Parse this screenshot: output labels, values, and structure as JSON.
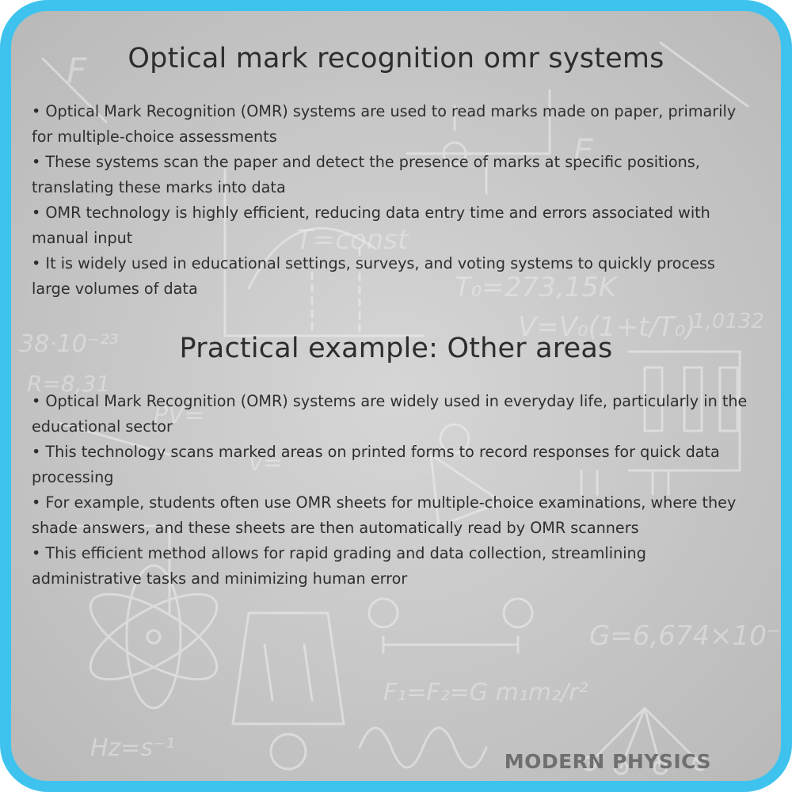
{
  "section1": {
    "title": "Optical mark recognition omr systems",
    "bullets": [
      "Optical Mark Recognition (OMR) systems are used to read marks made on paper, primarily for multiple-choice assessments",
      "These systems scan the paper and detect the presence of marks at specific positions, translating these marks into data",
      "OMR technology is highly efficient, reducing data entry time and errors associated with manual input",
      "It is widely used in educational settings, surveys, and voting systems to quickly process large volumes of data"
    ]
  },
  "section2": {
    "title": "Practical example: Other areas",
    "bullets": [
      "Optical Mark Recognition (OMR) systems are widely used in everyday life, particularly in the educational sector",
      "This technology scans marked areas on printed forms to record responses for quick data processing",
      "For example, students often use OMR sheets for multiple-choice examinations, where they shade answers, and these sheets are then automatically read by OMR scanners",
      "This efficient method allows for rapid grading and data collection, streamlining administrative tasks and minimizing human error"
    ]
  },
  "brand": "MODERN PHYSICS",
  "colors": {
    "border": "#3ec3ef",
    "background": "#c9c9c9",
    "text": "#2e2e2e"
  }
}
